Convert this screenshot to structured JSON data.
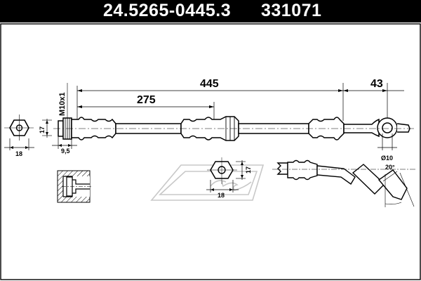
{
  "header": {
    "part_number": "24.5265-0445.3",
    "reference": "331071"
  },
  "dimensions": {
    "total_length": "445",
    "mid_length": "275",
    "end_length": "43",
    "thread": "M10x1",
    "hex_height": "17",
    "hex_width": "18",
    "collar": "9,5",
    "detail_hex_height": "17",
    "detail_hex_width": "18",
    "eye_diameter": "Ø10",
    "bend_angle": "20°"
  }
}
